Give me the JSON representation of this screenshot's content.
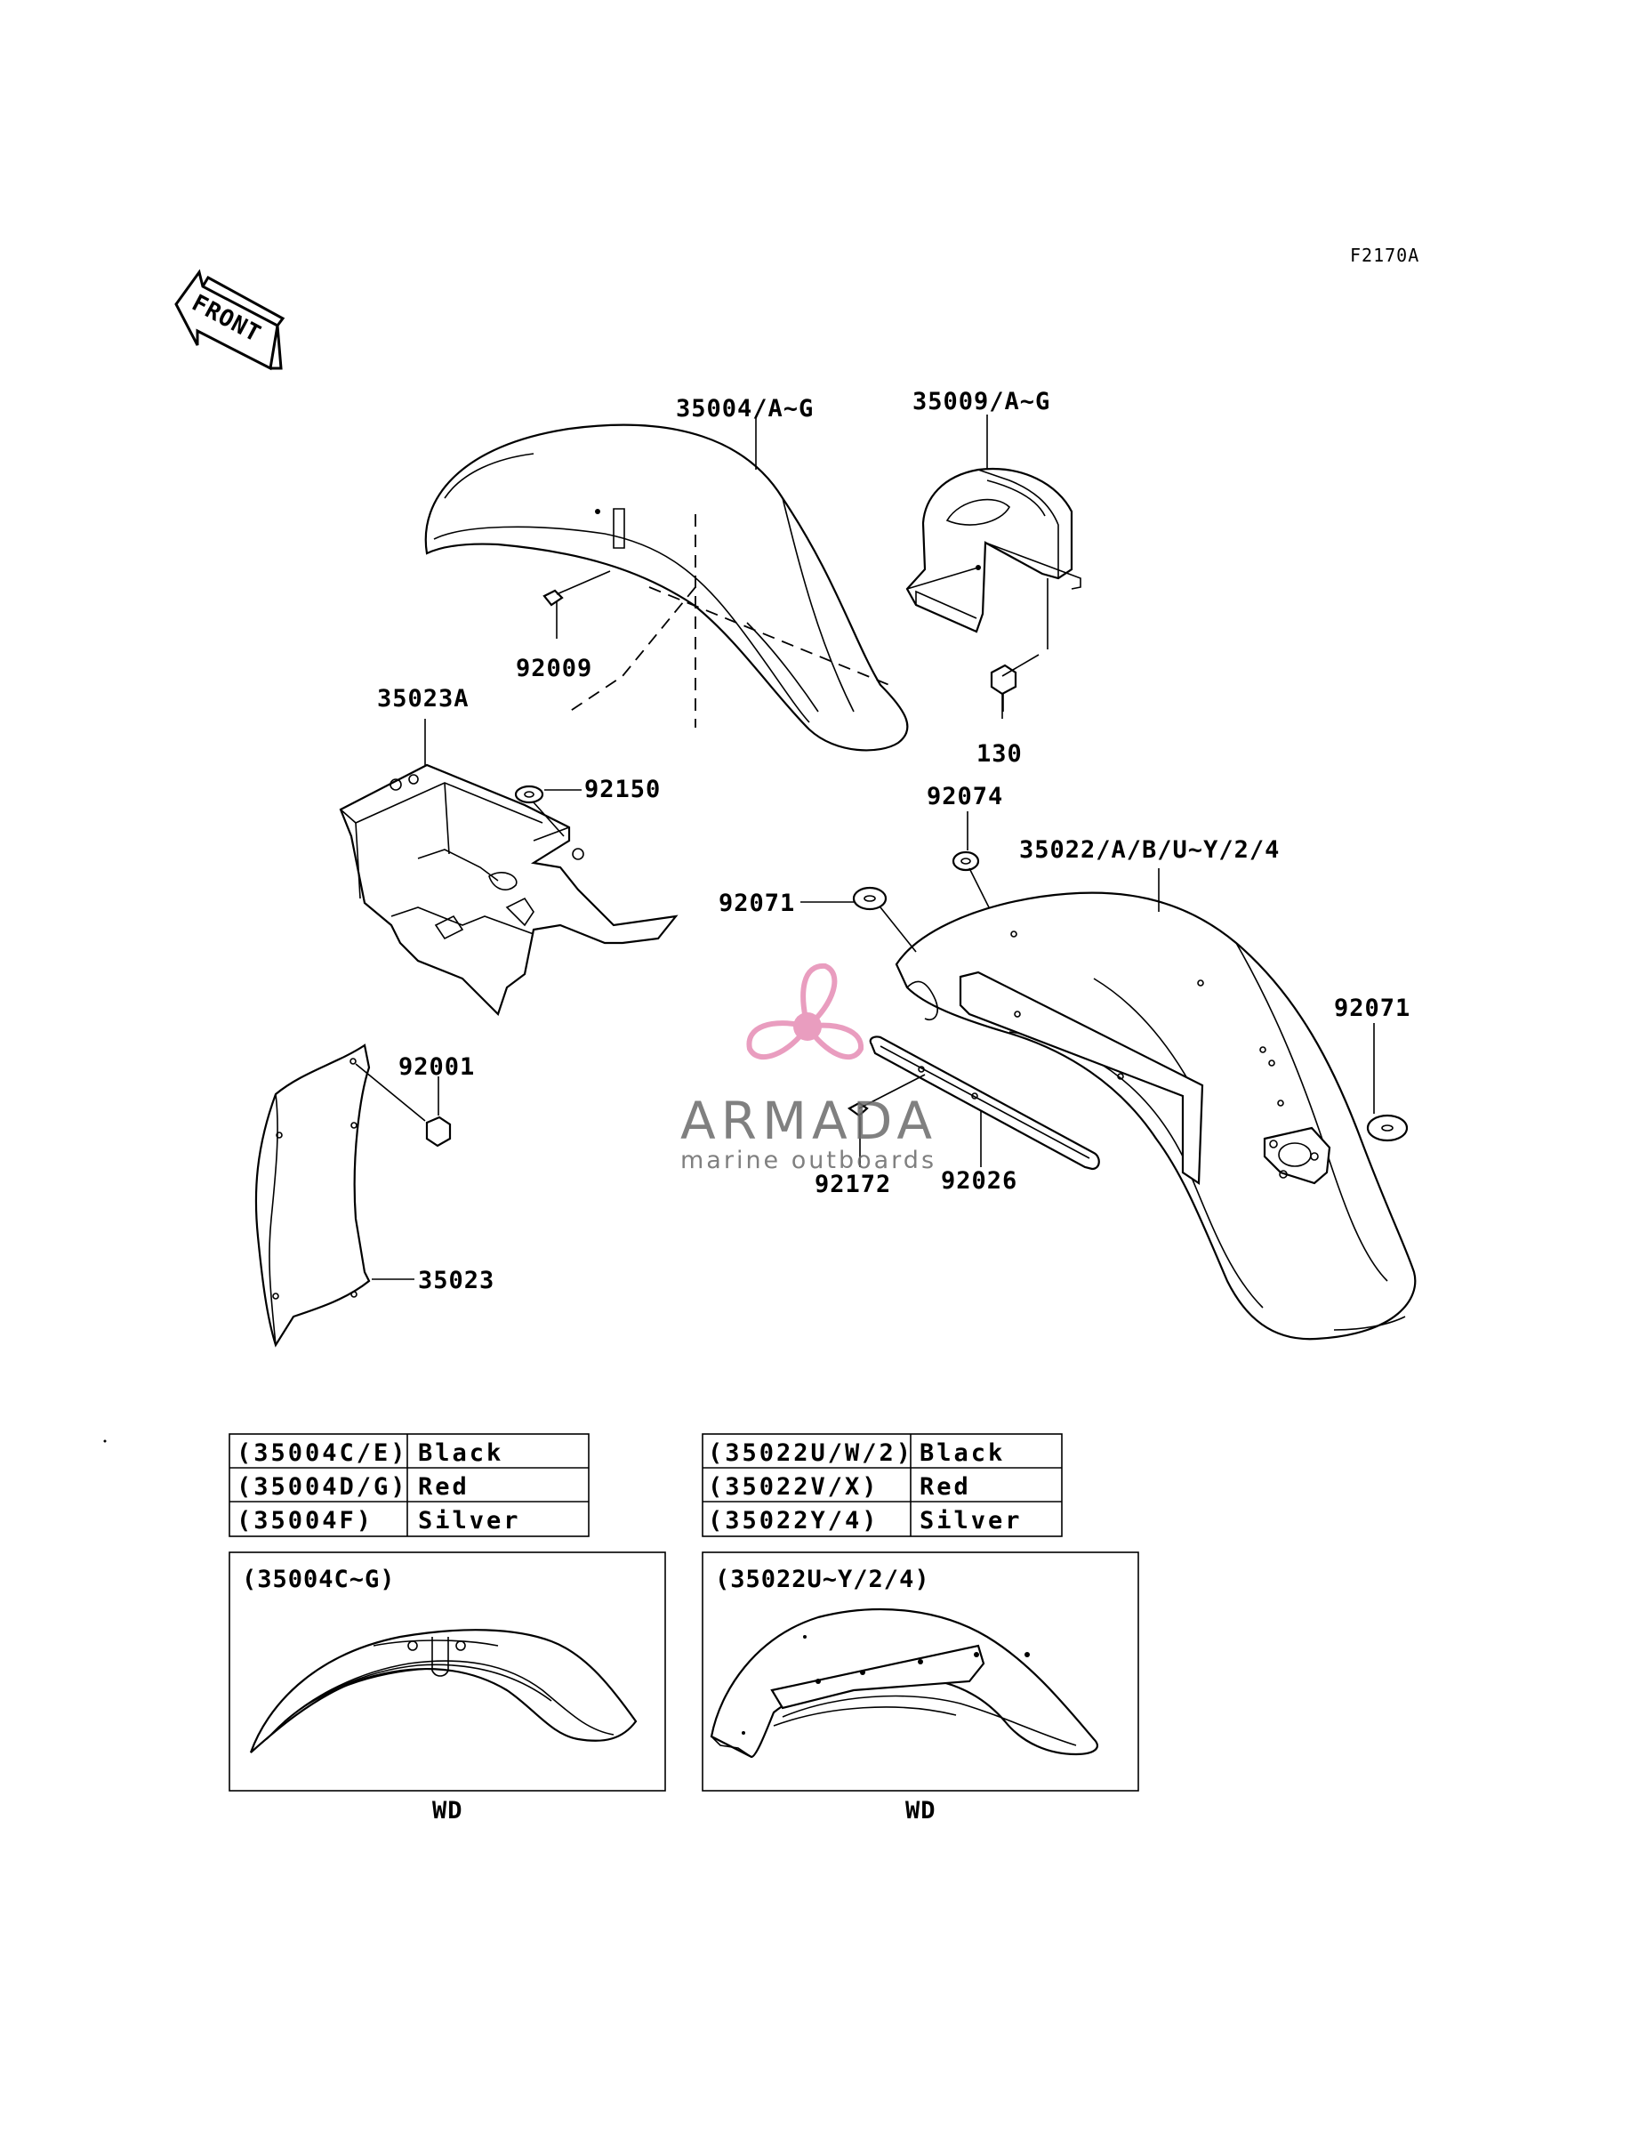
{
  "diagram_code": "F2170A",
  "front_label": "FRONT",
  "parts": {
    "p35004": "35004/A~G",
    "p35009": "35009/A~G",
    "p92009": "92009",
    "p130": "130",
    "p35023A": "35023A",
    "p92150": "92150",
    "p92074": "92074",
    "p35022": "35022/A/B/U~Y/2/4",
    "p92071_left": "92071",
    "p92071_right": "92071",
    "p92001": "92001",
    "p92172": "92172",
    "p92026": "92026",
    "p35023": "35023"
  },
  "watermark": {
    "name": "ARMADA",
    "tagline": "marine outboards",
    "colors": {
      "logo": "#e68cb4",
      "text": "#6b6b6b"
    }
  },
  "color_tables": {
    "left": {
      "rows": [
        {
          "code": "(35004C/E)",
          "color": "Black"
        },
        {
          "code": "(35004D/G)",
          "color": "Red"
        },
        {
          "code": "(35004F)",
          "color": "Silver"
        }
      ]
    },
    "right": {
      "rows": [
        {
          "code": "(35022U/W/2)",
          "color": "Black"
        },
        {
          "code": "(35022V/X)",
          "color": "Red"
        },
        {
          "code": "(35022Y/4)",
          "color": "Silver"
        }
      ]
    }
  },
  "variant_boxes": {
    "left": {
      "title": "(35004C~G)",
      "caption": "WD"
    },
    "right": {
      "title": "(35022U~Y/2/4)",
      "caption": "WD"
    }
  }
}
